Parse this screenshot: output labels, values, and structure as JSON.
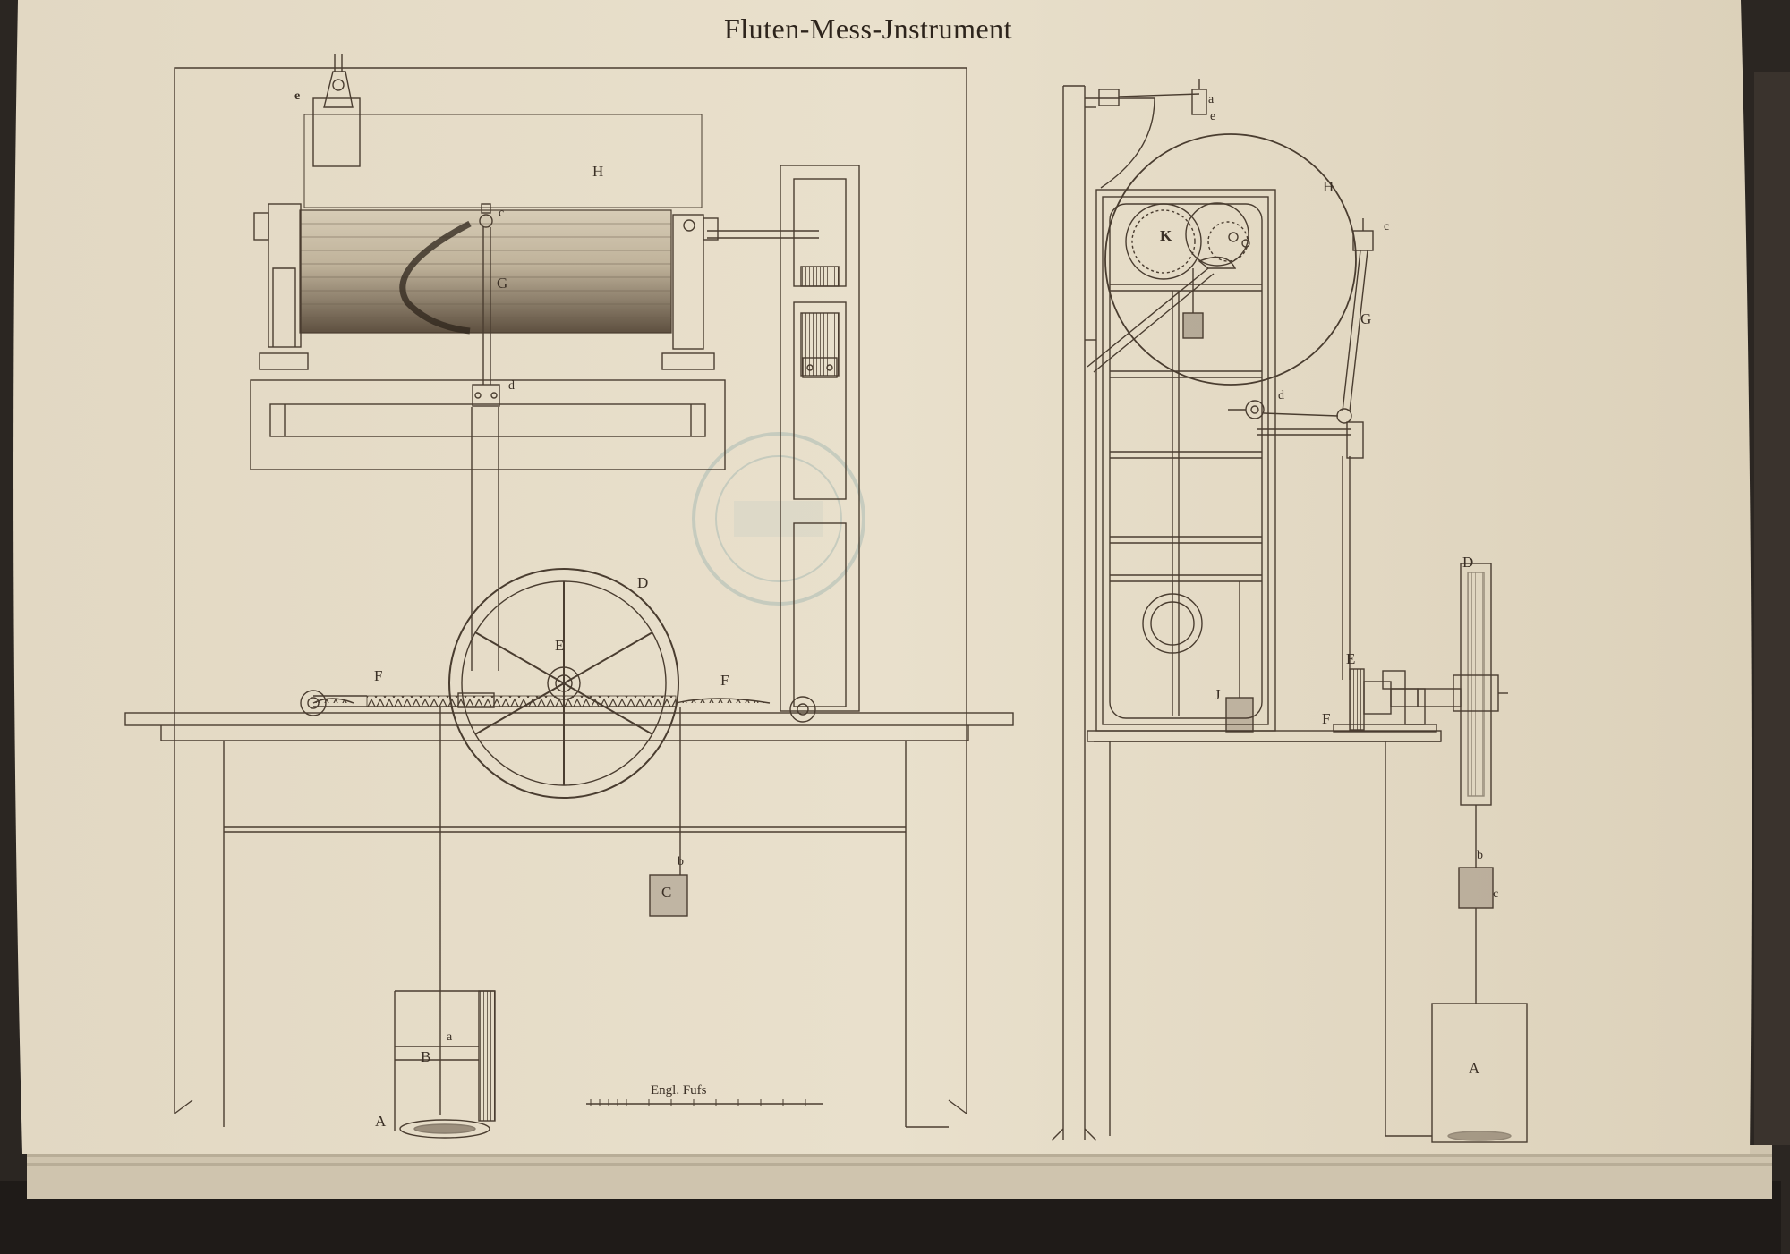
{
  "plate": {
    "title": "Fluten-Mess-Jnstrument",
    "scale_label": "Engl. Fufs",
    "colors": {
      "paper": "#e6dcc7",
      "ink": "#4a3d30",
      "cover": "#2b2622",
      "stamp": "#9fb5b0"
    }
  },
  "front_view": {
    "labels": {
      "e": "e",
      "H": "H",
      "c": "c",
      "G": "G",
      "d": "d",
      "D": "D",
      "E": "E",
      "F_left": "F",
      "F_right": "F",
      "b": "b",
      "C": "C",
      "a": "a",
      "B": "B",
      "A": "A"
    }
  },
  "side_view": {
    "labels": {
      "a": "a",
      "e": "e",
      "H": "H",
      "K": "K",
      "c": "c",
      "G": "G",
      "d": "d",
      "D": "D",
      "E": "E",
      "F": "F",
      "J": "J",
      "b": "b",
      "c_weight": "c",
      "A": "A"
    }
  }
}
